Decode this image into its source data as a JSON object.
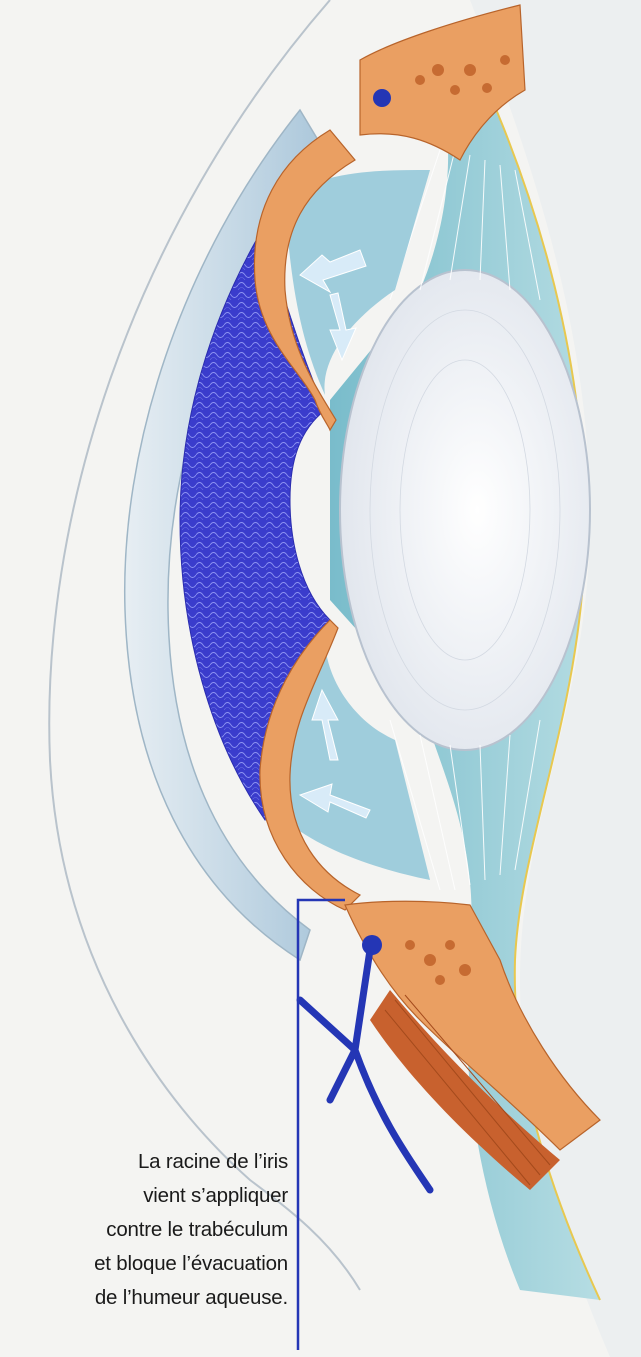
{
  "caption": {
    "lines": [
      "La racine de l’iris",
      "vient s’appliquer",
      "contre le trabéculum",
      "et bloque l’évacuation",
      "de l’humeur aqueuse."
    ]
  },
  "colors": {
    "background": "#f4f4f2",
    "sclera_outline": "#b9c3cc",
    "cornea_fill": "#c9dce8",
    "anterior_chamber": "#3d3fd0",
    "iris": "#ea9f62",
    "ciliary_body": "#d56b3a",
    "lens": "#f1f3f6",
    "vitreous": "#9fd0d8",
    "zonule_fibers": "#ffffff",
    "flow_arrows": "#cfe6f7",
    "schlemm_canal": "#2436b5",
    "leader_line": "#2436b5"
  },
  "icons": [
    "arrow-up-left-icon",
    "arrow-down-icon",
    "arrow-up-icon",
    "arrow-left-icon"
  ]
}
